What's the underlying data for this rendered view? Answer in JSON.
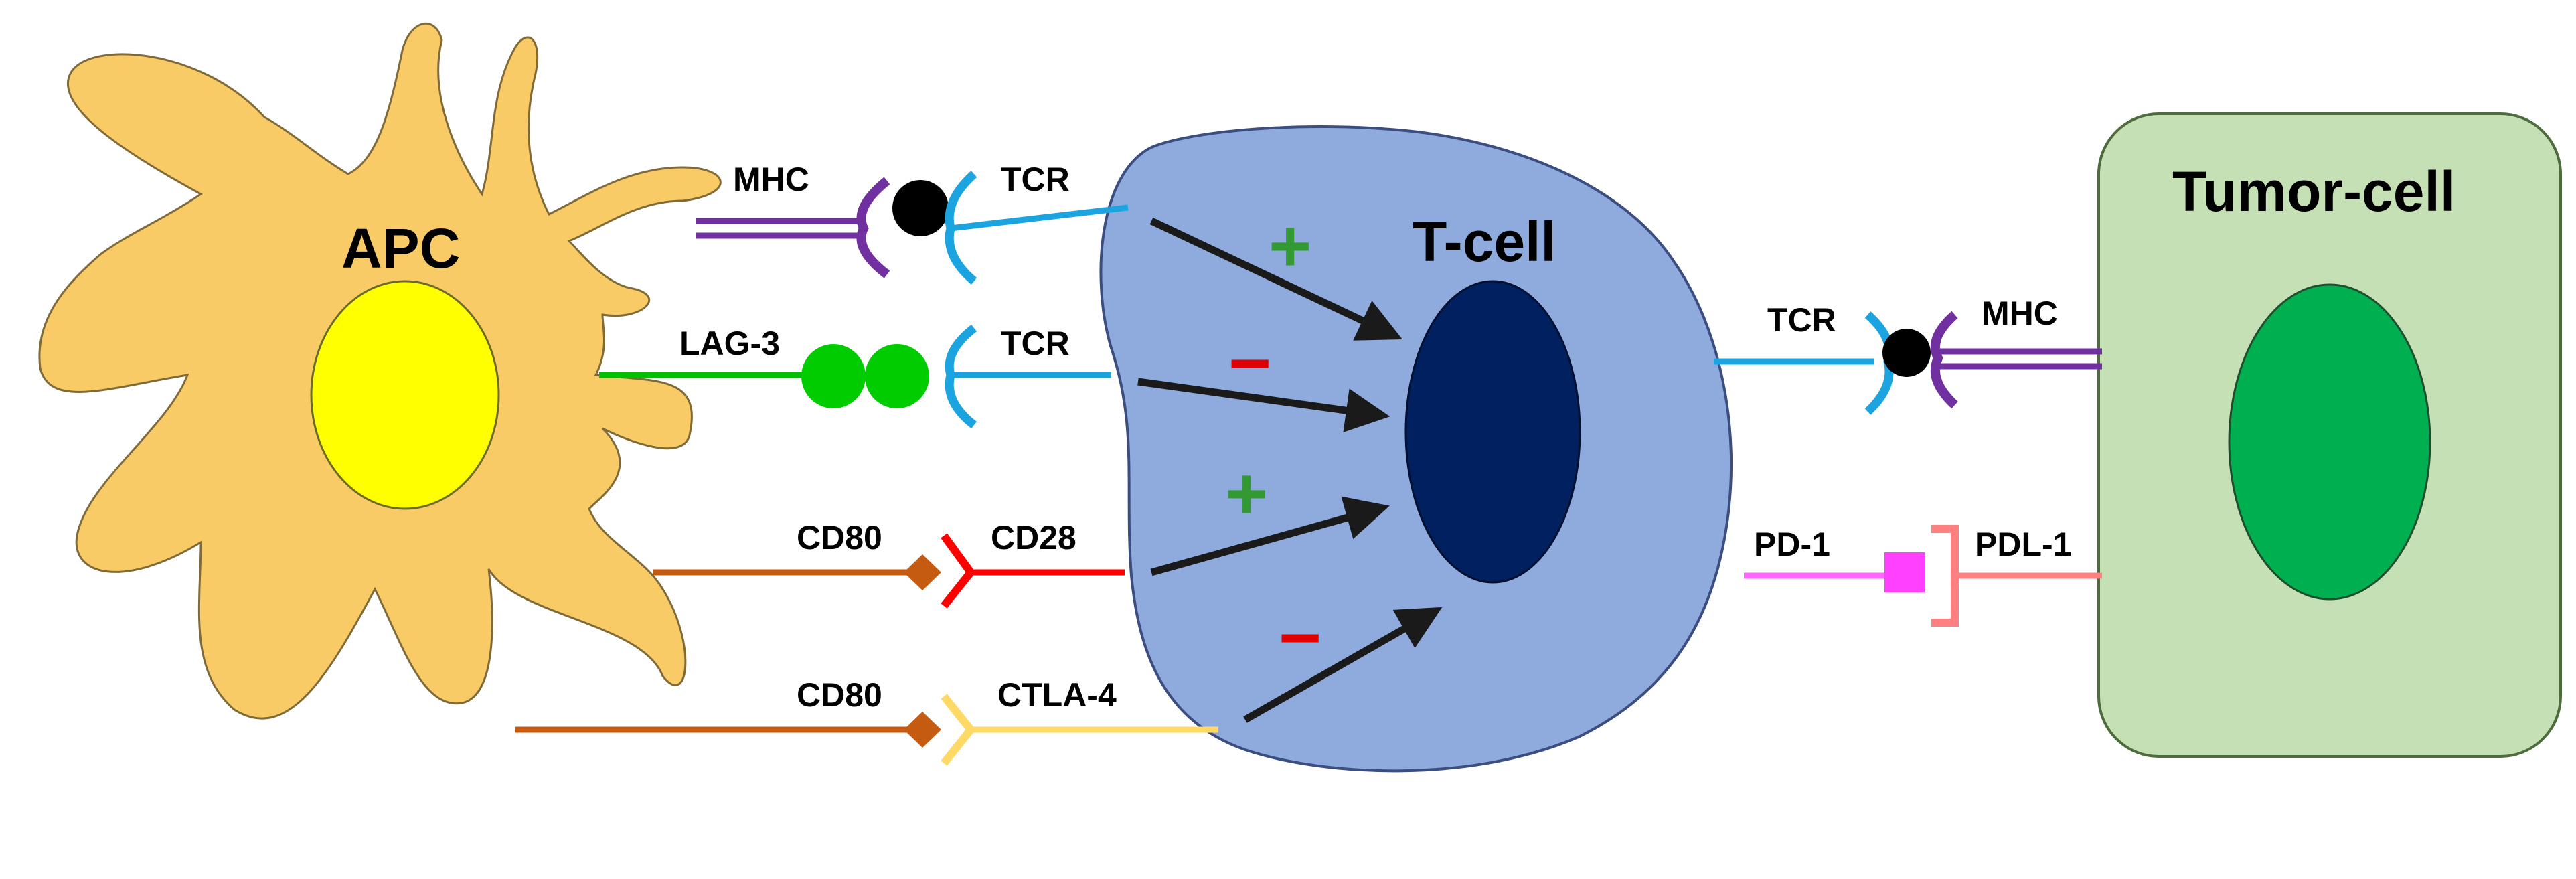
{
  "cells": {
    "apc": "APC",
    "tcell": "T-cell",
    "tumor": "Tumor-cell"
  },
  "labels": {
    "mhc_apc": "MHC",
    "tcr_1": "TCR",
    "lag3": "LAG-3",
    "tcr_2": "TCR",
    "cd80_1": "CD80",
    "cd28": "CD28",
    "cd80_2": "CD80",
    "ctla4": "CTLA-4",
    "tcr_tumor": "TCR",
    "mhc_tumor": "MHC",
    "pd1": "PD-1",
    "pdl1": "PDL-1"
  },
  "signals": {
    "s1": "+",
    "s2": "−",
    "s3": "+",
    "s4": "−"
  },
  "colors": {
    "apc": "#F9CB66",
    "apc_nucleus": "#FFFF00",
    "tcell": "#8FAADC",
    "tcell_nucleus": "#002060",
    "tumor": "#C5E0B4",
    "tumor_nucleus": "#00B050",
    "mhc": "#7030A0",
    "tcr": "#00B0F0",
    "lag3": "#00CC00",
    "cd80": "#C55A11",
    "cd28": "#FF0000",
    "ctla4": "#FFD966",
    "pd1": "#FF66FF",
    "pdl1": "#FF8080",
    "plus": "#339933",
    "minus": "#E00000"
  }
}
